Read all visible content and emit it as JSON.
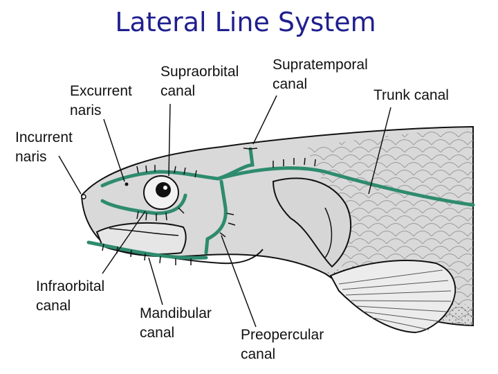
{
  "title": "Lateral Line System",
  "labels": {
    "excurrent": [
      "Excurrent",
      "naris"
    ],
    "incurrent": [
      "Incurrent",
      "naris"
    ],
    "supraorbital": [
      "Supraorbital",
      "canal"
    ],
    "supratemporal": [
      "Supratemporal",
      "canal"
    ],
    "trunk": [
      "Trunk canal"
    ],
    "infraorbital": [
      "Infraorbital",
      "canal"
    ],
    "mandibular": [
      "Mandibular",
      "canal"
    ],
    "preopercular": [
      "Preopercular",
      "canal"
    ]
  },
  "colors": {
    "canal": "#2e8b6e",
    "title": "#1f1f8f",
    "body": "#d9d9d9"
  }
}
